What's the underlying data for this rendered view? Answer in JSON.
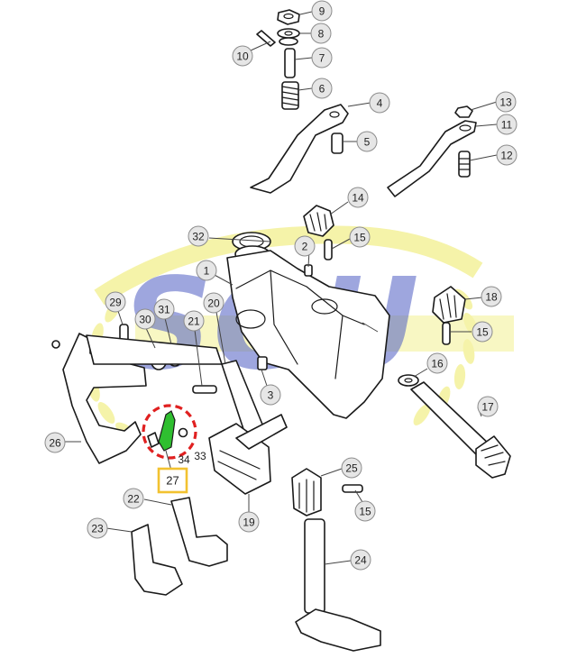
{
  "watermark": {
    "text": "SGU",
    "yellow": "#f4f19a",
    "blue": "#2f41b8"
  },
  "highlight": {
    "ring_color": "#e02020",
    "part_color": "#2fbf30",
    "box_color": "#f2c230"
  },
  "callouts": [
    {
      "id": "c9",
      "label": "9"
    },
    {
      "id": "c8",
      "label": "8"
    },
    {
      "id": "c10",
      "label": "10"
    },
    {
      "id": "c7",
      "label": "7"
    },
    {
      "id": "c6",
      "label": "6"
    },
    {
      "id": "c4",
      "label": "4"
    },
    {
      "id": "c5",
      "label": "5"
    },
    {
      "id": "c13",
      "label": "13"
    },
    {
      "id": "c11",
      "label": "11"
    },
    {
      "id": "c12",
      "label": "12"
    },
    {
      "id": "c14",
      "label": "14"
    },
    {
      "id": "c32",
      "label": "32"
    },
    {
      "id": "c2",
      "label": "2"
    },
    {
      "id": "c15a",
      "label": "15"
    },
    {
      "id": "c1",
      "label": "1"
    },
    {
      "id": "c18",
      "label": "18"
    },
    {
      "id": "c29",
      "label": "29"
    },
    {
      "id": "c30",
      "label": "30"
    },
    {
      "id": "c31",
      "label": "31"
    },
    {
      "id": "c20",
      "label": "20"
    },
    {
      "id": "c21",
      "label": "21"
    },
    {
      "id": "c15b",
      "label": "15"
    },
    {
      "id": "c16",
      "label": "16"
    },
    {
      "id": "c3",
      "label": "3"
    },
    {
      "id": "c17",
      "label": "17"
    },
    {
      "id": "c26",
      "label": "26"
    },
    {
      "id": "c25",
      "label": "25"
    },
    {
      "id": "c22",
      "label": "22"
    },
    {
      "id": "c15c",
      "label": "15"
    },
    {
      "id": "c19",
      "label": "19"
    },
    {
      "id": "c23",
      "label": "23"
    },
    {
      "id": "c24",
      "label": "24"
    }
  ],
  "plain_labels": {
    "l34": "34",
    "l33": "33"
  },
  "boxed_label": "27"
}
